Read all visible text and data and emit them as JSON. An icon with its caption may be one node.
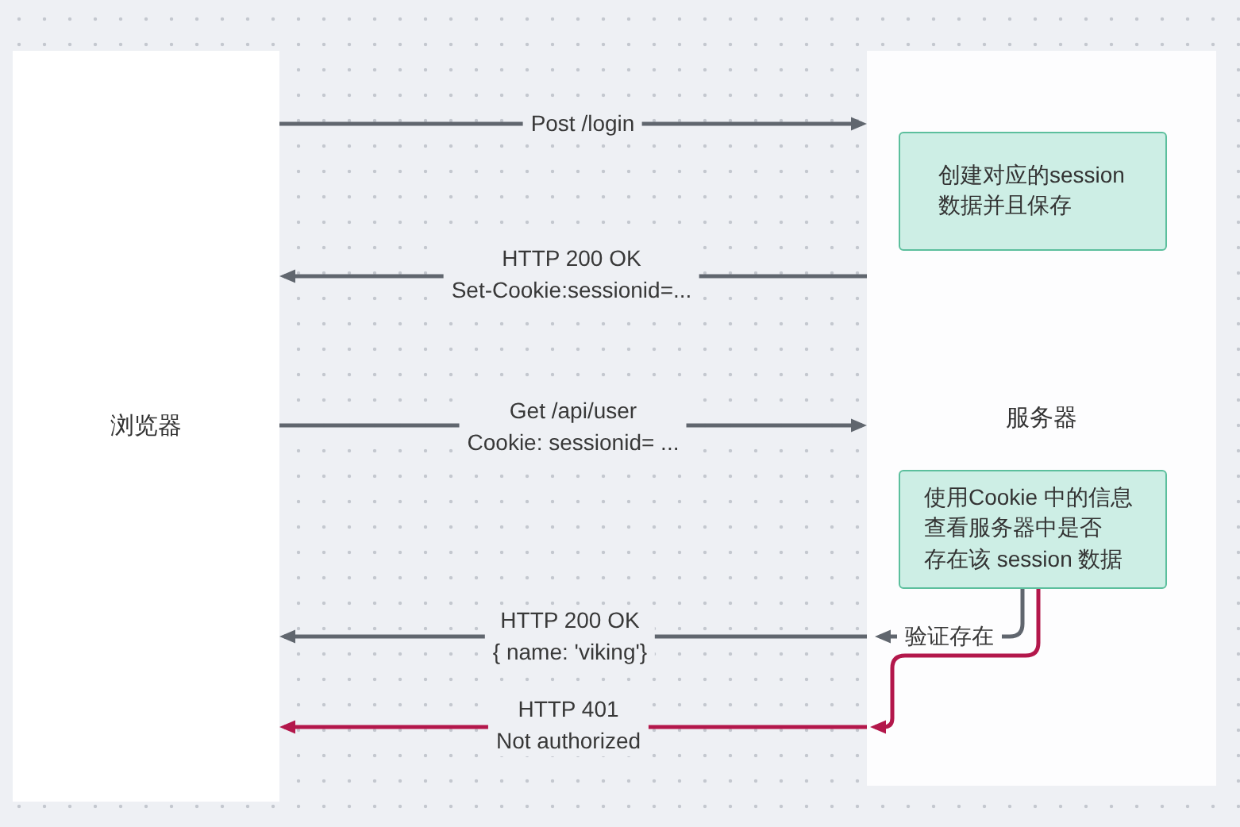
{
  "diagram": {
    "nodes": [
      {
        "text": [
          "浏览器"
        ]
      },
      {
        "text": [
          "服务器"
        ]
      },
      {
        "text": [
          "创建对应的session数据并且保存"
        ],
        "in": 1
      },
      {
        "text": [
          "使用Cookie 中的信息查看服务器中是否存在该 session 数据"
        ],
        "in": 1
      }
    ],
    "edges": [
      {
        "from": 0,
        "to": 1,
        "arrow": "to",
        "label": "Post /login"
      },
      {
        "from": 1,
        "to": 0,
        "arrow": "to",
        "label": "HTTP 200 OK Set-Cookie:sessionid=..."
      },
      {
        "from": 0,
        "to": 1,
        "arrow": "to",
        "label": "Get /api/user Cookie: sessionid= ..."
      },
      {
        "from": 3,
        "to": null,
        "arrow": "to",
        "label": "验证存在"
      },
      {
        "from": 1,
        "to": 0,
        "arrow": "to",
        "label": "HTTP 200 OK { name: 'viking'}"
      },
      {
        "from": 3,
        "to": null,
        "arrow": "to",
        "color": "#b3174b"
      },
      {
        "from": 1,
        "to": 0,
        "arrow": "to",
        "label": "HTTP 401 Not authorized",
        "color": "#b3174b"
      }
    ]
  }
}
